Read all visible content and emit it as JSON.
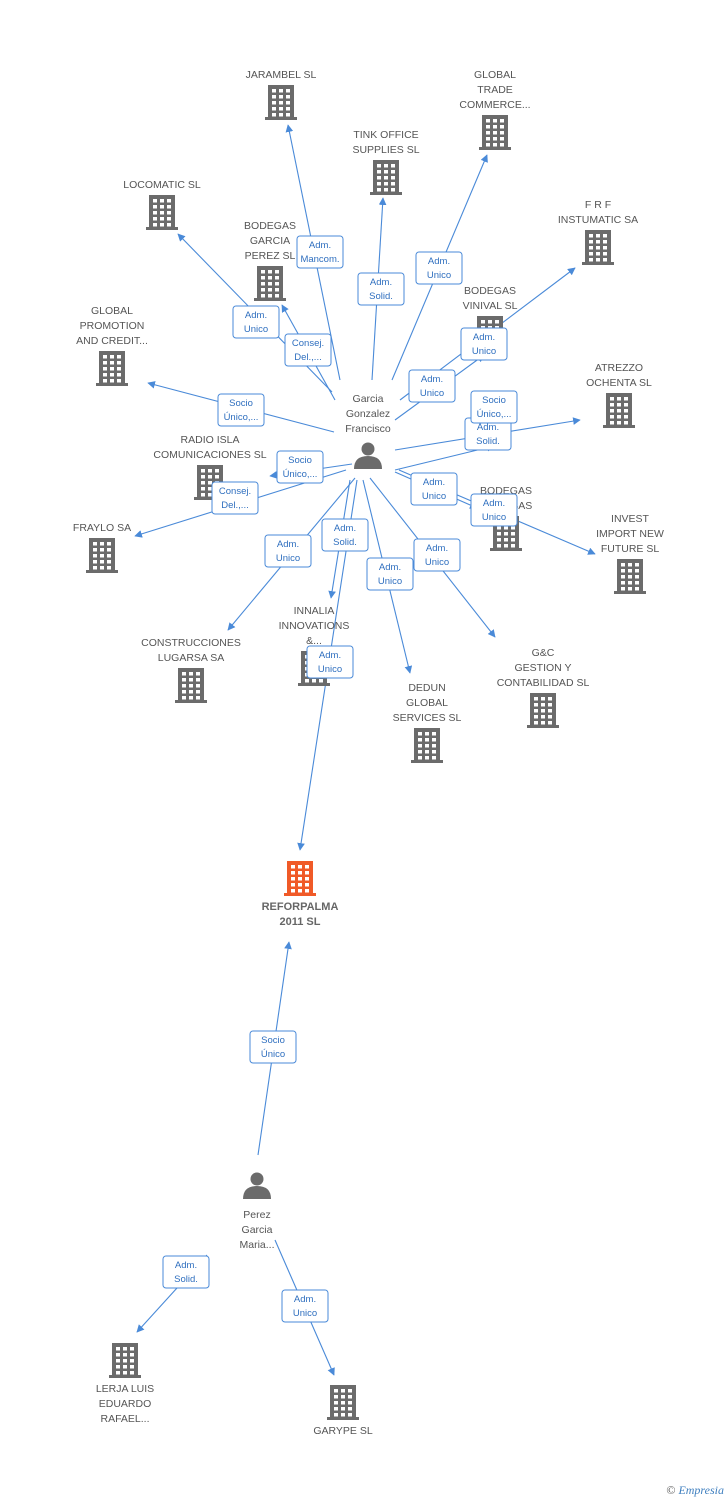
{
  "colors": {
    "edge": "#4a8ad8",
    "company_icon": "#6b6b6b",
    "main_company_icon": "#f05a28",
    "person_icon": "#6b6b6b"
  },
  "people": [
    {
      "id": "garcia",
      "label_lines": [
        "Garcia",
        "Gonzalez",
        "Francisco"
      ]
    },
    {
      "id": "perez",
      "label_lines": [
        "Perez",
        "Garcia",
        "Maria..."
      ]
    }
  ],
  "companies": [
    {
      "id": "reforpalma",
      "main": true,
      "label_lines": [
        "REFORPALMA",
        "2011 SL"
      ]
    },
    {
      "id": "jarambel",
      "label_lines": [
        "JARAMBEL SL"
      ]
    },
    {
      "id": "global_trade",
      "label_lines": [
        "GLOBAL",
        "TRADE",
        "COMMERCE..."
      ]
    },
    {
      "id": "tink",
      "label_lines": [
        "TINK OFFICE",
        "SUPPLIES SL"
      ]
    },
    {
      "id": "locomatic",
      "label_lines": [
        "LOCOMATIC SL"
      ]
    },
    {
      "id": "bodegas_garcia",
      "label_lines": [
        "BODEGAS",
        "GARCIA",
        "PEREZ  SL"
      ]
    },
    {
      "id": "frf",
      "label_lines": [
        "F R F",
        "INSTUMATIC SA"
      ]
    },
    {
      "id": "global_promotion",
      "label_lines": [
        "GLOBAL",
        "PROMOTION",
        "AND CREDIT..."
      ]
    },
    {
      "id": "bodegas_vinival",
      "label_lines": [
        "BODEGAS",
        "VINIVAL SL"
      ]
    },
    {
      "id": "atrezzo",
      "label_lines": [
        "ATREZZO",
        "OCHENTA  SL"
      ]
    },
    {
      "id": "radio_isla",
      "label_lines": [
        "RADIO ISLA",
        "COMUNICACIONES SL"
      ]
    },
    {
      "id": "bodegas_ibanesas",
      "label_lines": [
        "BODEGAS",
        "IBAÑESAS"
      ]
    },
    {
      "id": "fraylo",
      "label_lines": [
        "FRAYLO SA"
      ]
    },
    {
      "id": "invest",
      "label_lines": [
        "INVEST",
        "IMPORT NEW",
        "FUTURE SL"
      ]
    },
    {
      "id": "innalia",
      "label_lines": [
        "INNALIA",
        "INNOVATIONS",
        "&..."
      ]
    },
    {
      "id": "construcciones",
      "label_lines": [
        "CONSTRUCCIONES",
        "LUGARSA SA"
      ]
    },
    {
      "id": "gc",
      "label_lines": [
        "G&C",
        "GESTION Y",
        "CONTABILIDAD SL"
      ]
    },
    {
      "id": "dedun",
      "label_lines": [
        "DEDUN",
        "GLOBAL",
        "SERVICES SL"
      ]
    },
    {
      "id": "lerja",
      "label_lines": [
        "LERJA LUIS",
        "EDUARDO",
        "RAFAEL..."
      ]
    },
    {
      "id": "garype",
      "label_lines": [
        "GARYPE SL"
      ]
    }
  ],
  "edges": [
    {
      "from": "garcia",
      "to": "jarambel",
      "role_lines": [
        "Adm.",
        "Mancom."
      ]
    },
    {
      "from": "garcia",
      "to": "tink",
      "role_lines": [
        "Adm.",
        "Solid."
      ]
    },
    {
      "from": "garcia",
      "to": "global_trade",
      "role_lines": [
        "Adm.",
        "Unico"
      ]
    },
    {
      "from": "garcia",
      "to": "locomatic",
      "role_lines": [
        "Adm.",
        "Unico"
      ]
    },
    {
      "from": "garcia",
      "to": "bodegas_garcia",
      "role_lines": [
        "Consej.",
        "Del.,..."
      ]
    },
    {
      "from": "garcia",
      "to": "frf",
      "role_lines": [
        "Adm.",
        "Unico"
      ]
    },
    {
      "from": "garcia",
      "to": "bodegas_vinival",
      "role_lines": [
        "Adm.",
        "Unico"
      ]
    },
    {
      "from": "garcia",
      "to": "global_promotion",
      "role_lines": [
        "Socio",
        "Único,..."
      ]
    },
    {
      "from": "garcia",
      "to": "atrezzo",
      "role_lines": [
        "Adm.",
        "Solid."
      ]
    },
    {
      "from": "garcia",
      "to": "bodegas_ibanesas",
      "role_lines": [
        "Socio",
        "Único,..."
      ]
    },
    {
      "from": "garcia",
      "to": "radio_isla",
      "role_lines": [
        "Socio",
        "Único,..."
      ]
    },
    {
      "from": "garcia",
      "to": "fraylo",
      "role_lines": [
        "Consej.",
        "Del.,..."
      ]
    },
    {
      "from": "garcia",
      "to": "invest",
      "role_lines": [
        "Adm.",
        "Unico"
      ]
    },
    {
      "from": "garcia",
      "to": "invest",
      "role_lines": [
        "Adm.",
        "Unico"
      ]
    },
    {
      "from": "garcia",
      "to": "construcciones",
      "role_lines": [
        "Adm.",
        "Unico"
      ]
    },
    {
      "from": "garcia",
      "to": "innalia",
      "role_lines": [
        "Adm.",
        "Solid."
      ]
    },
    {
      "from": "garcia",
      "to": "dedun",
      "role_lines": [
        "Adm.",
        "Unico"
      ]
    },
    {
      "from": "garcia",
      "to": "gc",
      "role_lines": [
        "Adm.",
        "Unico"
      ]
    },
    {
      "from": "garcia",
      "to": "reforpalma",
      "role_lines": [
        "Adm.",
        "Unico"
      ]
    },
    {
      "from": "perez",
      "to": "reforpalma",
      "role_lines": [
        "Socio",
        "Único"
      ]
    },
    {
      "from": "perez",
      "to": "lerja",
      "role_lines": [
        "Adm.",
        "Solid."
      ]
    },
    {
      "from": "perez",
      "to": "garype",
      "role_lines": [
        "Adm.",
        "Unico"
      ]
    }
  ],
  "footer": {
    "copyright": "©",
    "brand": "Empresia"
  }
}
